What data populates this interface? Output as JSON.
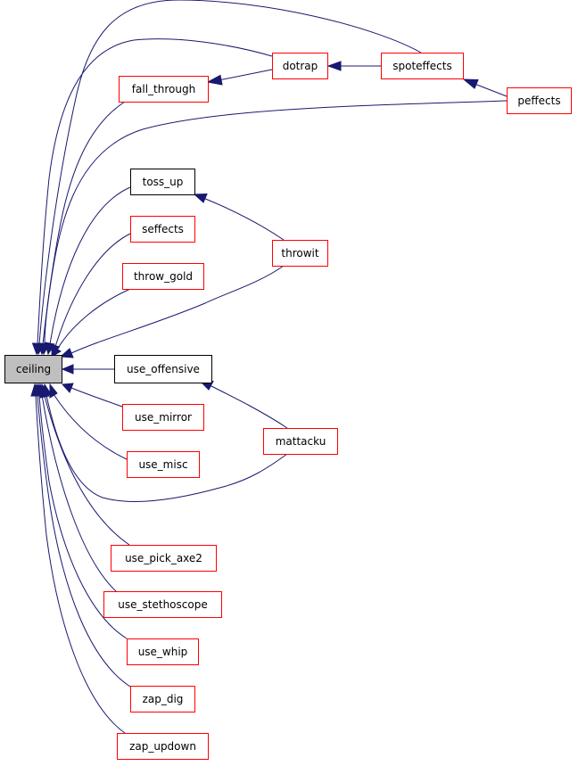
{
  "nodes": [
    {
      "id": "ceiling",
      "label": "ceiling",
      "style": "root"
    },
    {
      "id": "dotrap",
      "label": "dotrap",
      "style": "red"
    },
    {
      "id": "spoteffects",
      "label": "spoteffects",
      "style": "red"
    },
    {
      "id": "fall_through",
      "label": "fall_through",
      "style": "red"
    },
    {
      "id": "peffects",
      "label": "peffects",
      "style": "red"
    },
    {
      "id": "toss_up",
      "label": "toss_up",
      "style": "black"
    },
    {
      "id": "seffects",
      "label": "seffects",
      "style": "red"
    },
    {
      "id": "throwit",
      "label": "throwit",
      "style": "red"
    },
    {
      "id": "throw_gold",
      "label": "throw_gold",
      "style": "red"
    },
    {
      "id": "use_offensive",
      "label": "use_offensive",
      "style": "black"
    },
    {
      "id": "use_mirror",
      "label": "use_mirror",
      "style": "red"
    },
    {
      "id": "mattacku",
      "label": "mattacku",
      "style": "red"
    },
    {
      "id": "use_misc",
      "label": "use_misc",
      "style": "red"
    },
    {
      "id": "use_pick_axe2",
      "label": "use_pick_axe2",
      "style": "red"
    },
    {
      "id": "use_stethoscope",
      "label": "use_stethoscope",
      "style": "red"
    },
    {
      "id": "use_whip",
      "label": "use_whip",
      "style": "red"
    },
    {
      "id": "zap_dig",
      "label": "zap_dig",
      "style": "red"
    },
    {
      "id": "zap_updown",
      "label": "zap_updown",
      "style": "red"
    }
  ],
  "edges": [
    {
      "from": "spoteffects",
      "to": "ceiling"
    },
    {
      "from": "dotrap",
      "to": "ceiling"
    },
    {
      "from": "fall_through",
      "to": "ceiling"
    },
    {
      "from": "peffects",
      "to": "ceiling"
    },
    {
      "from": "toss_up",
      "to": "ceiling"
    },
    {
      "from": "seffects",
      "to": "ceiling"
    },
    {
      "from": "throw_gold",
      "to": "ceiling"
    },
    {
      "from": "throwit",
      "to": "ceiling"
    },
    {
      "from": "use_offensive",
      "to": "ceiling"
    },
    {
      "from": "use_mirror",
      "to": "ceiling"
    },
    {
      "from": "mattacku",
      "to": "ceiling"
    },
    {
      "from": "use_misc",
      "to": "ceiling"
    },
    {
      "from": "use_pick_axe2",
      "to": "ceiling"
    },
    {
      "from": "use_stethoscope",
      "to": "ceiling"
    },
    {
      "from": "use_whip",
      "to": "ceiling"
    },
    {
      "from": "zap_dig",
      "to": "ceiling"
    },
    {
      "from": "zap_updown",
      "to": "ceiling"
    },
    {
      "from": "dotrap",
      "to": "fall_through"
    },
    {
      "from": "spoteffects",
      "to": "dotrap"
    },
    {
      "from": "peffects",
      "to": "spoteffects"
    },
    {
      "from": "throwit",
      "to": "toss_up"
    },
    {
      "from": "mattacku",
      "to": "use_offensive"
    }
  ],
  "colors": {
    "edge": "#191970",
    "red_border": "#ff0000",
    "black_border": "#000000",
    "root_fill": "#bfbfbf",
    "root_border": "#000000"
  }
}
